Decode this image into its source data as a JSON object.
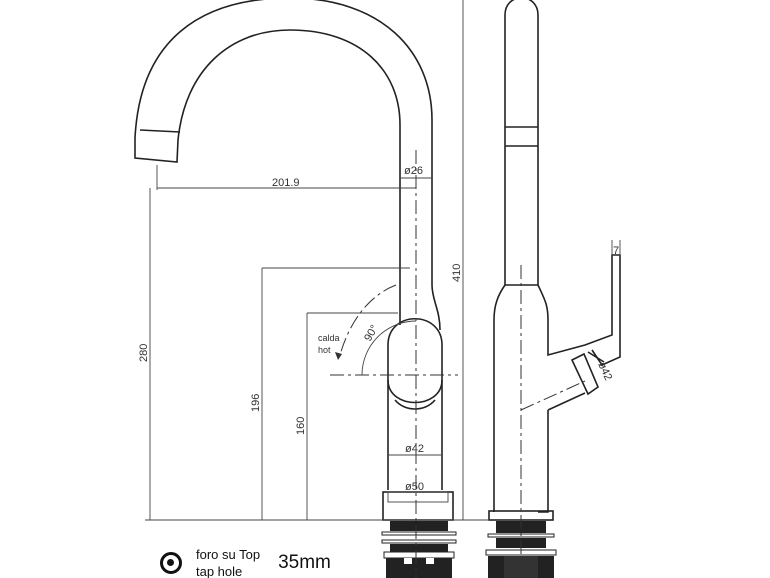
{
  "front_view": {
    "dim_reach": "201.9",
    "dim_spout_diameter": "ø26",
    "dim_total_height": "280",
    "dim_handle_height": "196",
    "dim_body_height": "160",
    "dim_body_diameter": "ø42",
    "dim_base_diameter": "ø50",
    "rotation_angle": "90°",
    "hot_label_it": "calda",
    "hot_label_en": "hot"
  },
  "side_view": {
    "dim_overall_height": "410",
    "dim_lever_width": "7",
    "dim_cartridge_diameter": "ø42"
  },
  "legend": {
    "tap_hole_it": "foro su Top",
    "tap_hole_en": "tap hole",
    "tap_hole_size": "35mm"
  }
}
